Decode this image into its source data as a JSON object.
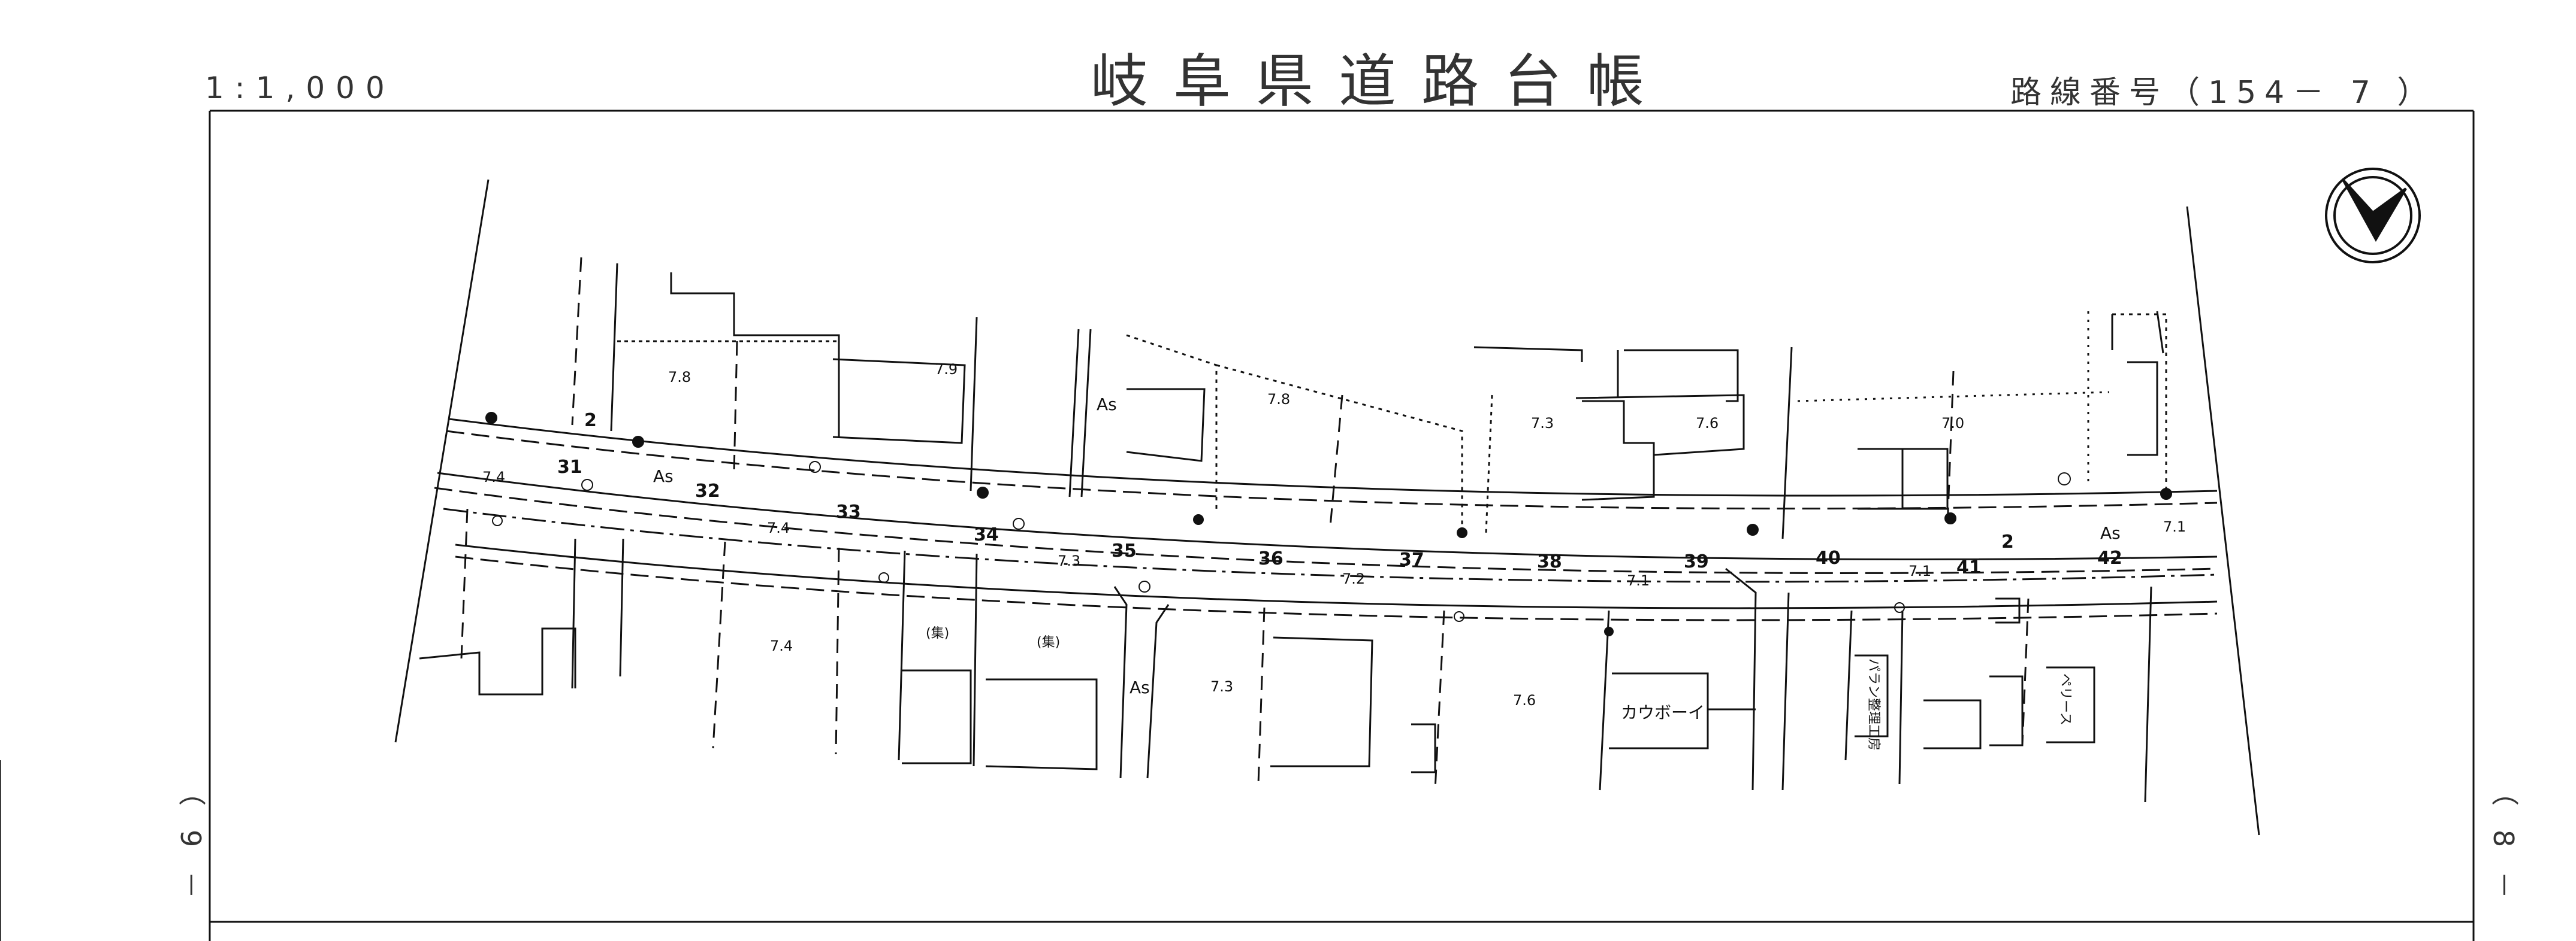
{
  "header": {
    "title": "岐阜県道路台帳",
    "scale": "1:1,000",
    "route_number": "路線番号（154－ 7 ）"
  },
  "sheet_refs": {
    "left": "（9－",
    "right": "（8－"
  },
  "map": {
    "station_labels": [
      "2",
      "31",
      "32",
      "33",
      "34",
      "35",
      "36",
      "37",
      "38",
      "39",
      "40",
      "41",
      "2",
      "42"
    ],
    "elevations": [
      "7.4",
      "7.8",
      "7.9",
      "7.4",
      "7.3",
      "7.8",
      "7.2",
      "7.3",
      "7.6",
      "7.1",
      "7.0",
      "7.1",
      "7.1",
      "7.4",
      "7.3",
      "7.6"
    ],
    "pavement_labels": [
      "As",
      "As",
      "As",
      "As"
    ],
    "building_labels": [
      "(集)",
      "(集)",
      "カウボーイ",
      "パラン整理工房",
      "ペリース"
    ],
    "north_arrow": "north-arrow-icon"
  },
  "colors": {
    "line": "#111111",
    "background": "#ffffff"
  }
}
